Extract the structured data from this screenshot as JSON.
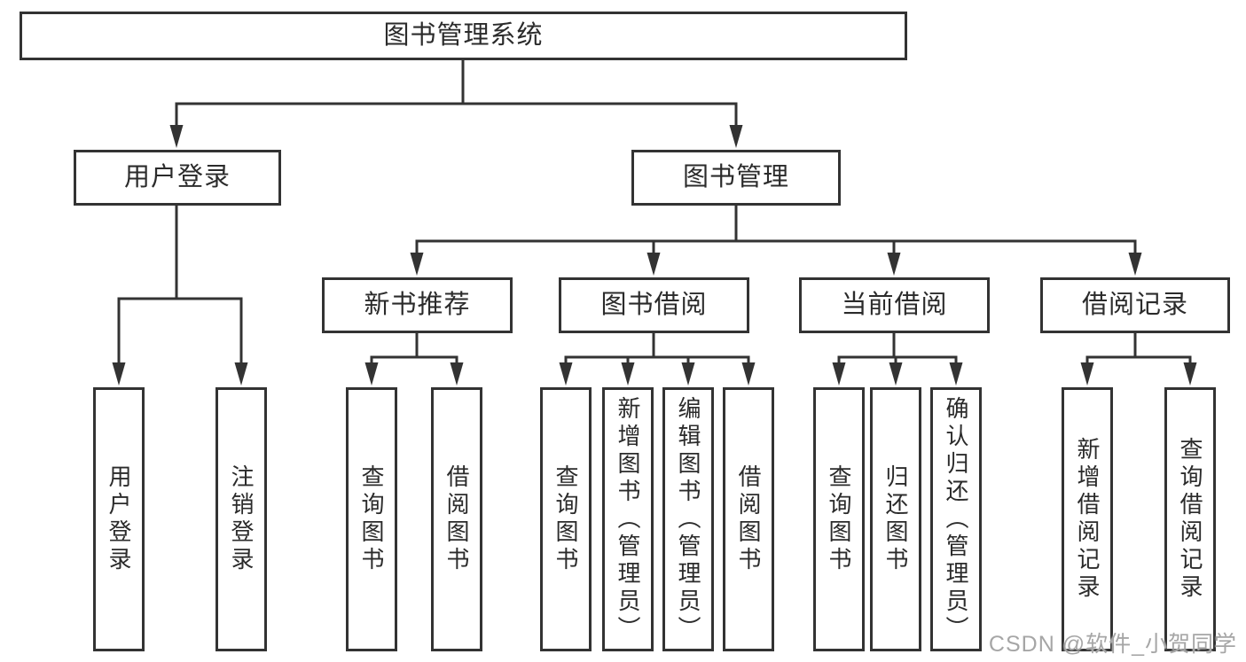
{
  "diagram": {
    "type": "hierarchy-tree",
    "background": "#ffffff",
    "colors": {
      "line": "#333333",
      "box_border": "#333333",
      "text": "#2b2b2b",
      "watermark": "#a6a6a6"
    },
    "root": {
      "label": "图书管理系统"
    },
    "level2": [
      {
        "label": "用户登录"
      },
      {
        "label": "图书管理"
      }
    ],
    "level3": [
      {
        "label": "新书推荐",
        "parent": "图书管理"
      },
      {
        "label": "图书借阅",
        "parent": "图书管理"
      },
      {
        "label": "当前借阅",
        "parent": "图书管理"
      },
      {
        "label": "借阅记录",
        "parent": "图书管理"
      }
    ],
    "leaves": [
      {
        "label": "用户登录",
        "parent": "用户登录"
      },
      {
        "label": "注销登录",
        "parent": "用户登录"
      },
      {
        "label": "查询图书",
        "parent": "新书推荐"
      },
      {
        "label": "借阅图书",
        "parent": "新书推荐"
      },
      {
        "label": "查询图书",
        "parent": "图书借阅"
      },
      {
        "label": "新增图书（管理员）",
        "parent": "图书借阅"
      },
      {
        "label": "编辑图书（管理员）",
        "parent": "图书借阅"
      },
      {
        "label": "借阅图书",
        "parent": "图书借阅"
      },
      {
        "label": "查询图书",
        "parent": "当前借阅"
      },
      {
        "label": "归还图书",
        "parent": "当前借阅"
      },
      {
        "label": "确认归还（管理员）",
        "parent": "当前借阅"
      },
      {
        "label": "新增借阅记录",
        "parent": "借阅记录"
      },
      {
        "label": "查询借阅记录",
        "parent": "借阅记录"
      }
    ],
    "watermark": {
      "label": "CSDN @软件_小贺同学"
    }
  }
}
